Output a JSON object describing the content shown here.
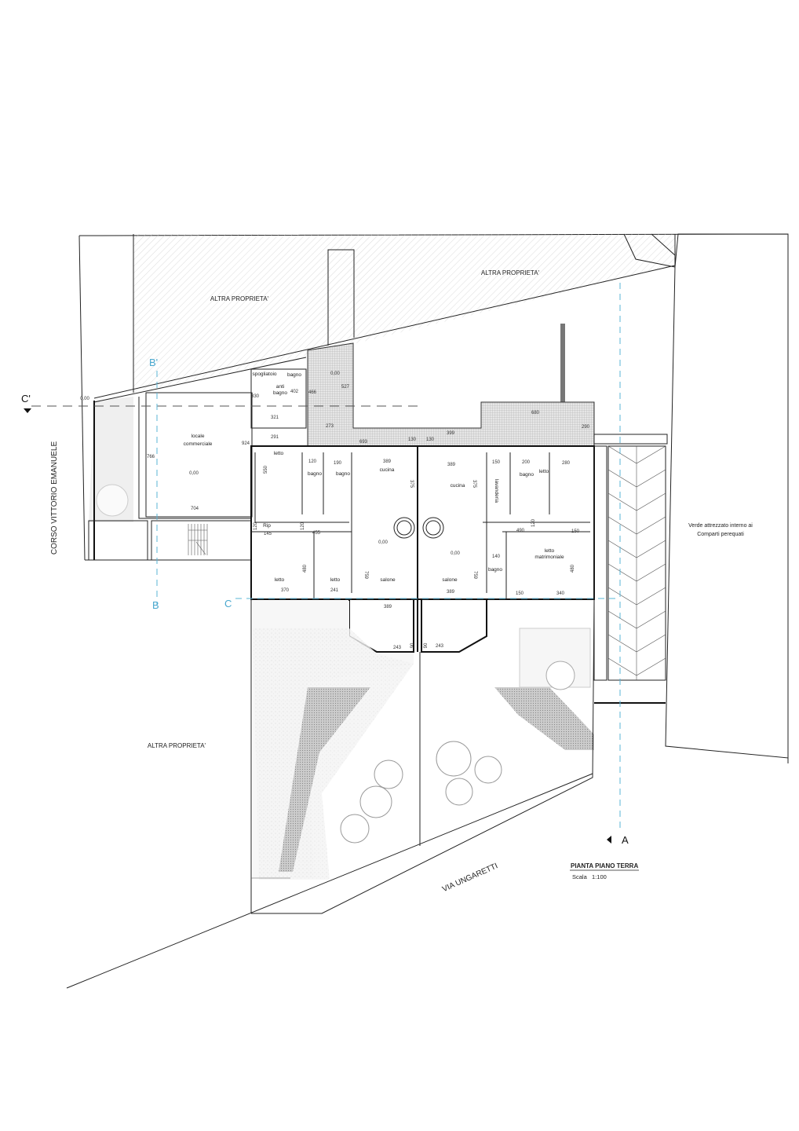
{
  "plan": {
    "title": "PIANTA PIANO TERRA",
    "scale": "Scala   1:100",
    "streets": {
      "left": "CORSO VITTORIO EMANUELE",
      "bottom": "VIA UNGARETTI"
    },
    "neighbors": [
      "ALTRA PROPRIETA'",
      "ALTRA PROPRIETA'",
      "ALTRA PROPRIETA'"
    ],
    "green_area": [
      "Verde attrezzato interno ai",
      "Comparti perequati"
    ],
    "sections": {
      "c_prime": "C'",
      "b_prime": "B'",
      "b": "B",
      "c": "C",
      "a": "A"
    },
    "level": "0,00",
    "rooms": {
      "spogliatoio": "spogliatoio",
      "bagno_top": "bagno",
      "anti": "anti",
      "anti_bagno": "bagno",
      "locale1": "locale",
      "locale2": "commerciale",
      "letto_a": "letto",
      "bagno_a": "bagno",
      "bagno_b": "bagno",
      "cucina_a": "cucina",
      "cucina_b": "cucina",
      "lavanderia": "lavanderia",
      "bagno_c": "bagno",
      "letto_b": "letto",
      "letto_c": "letto",
      "letto_d": "letto",
      "salone_a": "salone",
      "salone_b": "salone",
      "bagno_d": "bagno",
      "letto_matr1": "letto",
      "letto_matr2": "matrimoniale",
      "rip": "Rip"
    },
    "dims": [
      "330",
      "402",
      "466",
      "527",
      "321",
      "273",
      "693",
      "130",
      "130",
      "399",
      "680",
      "290",
      "924",
      "766",
      "704",
      "291",
      "550",
      "120",
      "190",
      "389",
      "375",
      "389",
      "375",
      "150",
      "200",
      "280",
      "120",
      "120",
      "145",
      "455",
      "480",
      "370",
      "241",
      "759",
      "389",
      "759",
      "389",
      "490",
      "120",
      "150",
      "140",
      "480",
      "150",
      "340",
      "243",
      "243",
      "90",
      "90"
    ]
  }
}
